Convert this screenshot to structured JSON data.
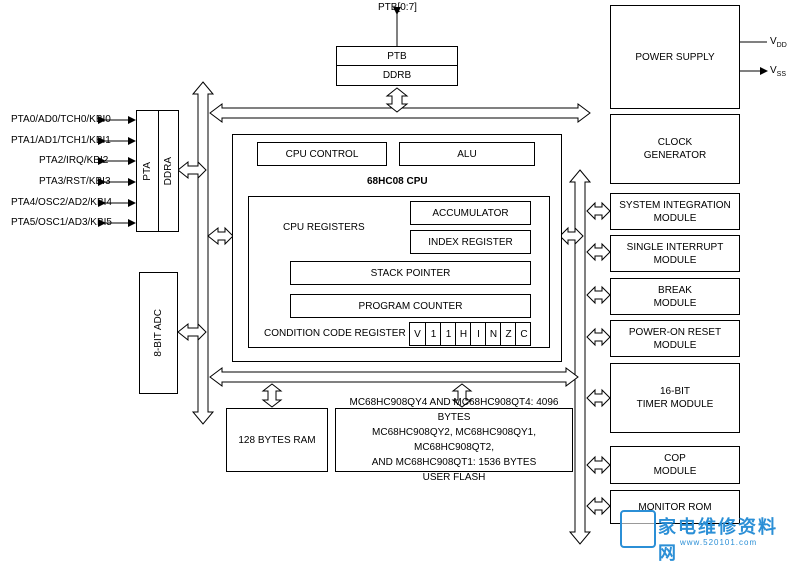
{
  "ptb_bus_label": "PTB[0:7]",
  "ptb": "PTB",
  "ddrb": "DDRB",
  "pta": "PTA",
  "ddra": "DDRA",
  "pta_pins": [
    "PTA0/AD0/TCH0/KBI0",
    "PTA1/AD1/TCH1/KBI1",
    "PTA2/IRQ/KBI2",
    "PTA3/RST/KBI3",
    "PTA4/OSC2/AD2/KBI4",
    "PTA5/OSC1/AD3/KBI5"
  ],
  "adc": "8-BIT ADC",
  "cpu": {
    "title": "68HC08 CPU",
    "control": "CPU CONTROL",
    "alu": "ALU",
    "registers_label": "CPU REGISTERS",
    "accumulator": "ACCUMULATOR",
    "index_register": "INDEX REGISTER",
    "stack_pointer": "STACK POINTER",
    "program_counter": "PROGRAM COUNTER",
    "ccr_label": "CONDITION CODE REGISTER",
    "ccr_bits": [
      "V",
      "1",
      "1",
      "H",
      "I",
      "N",
      "Z",
      "C"
    ]
  },
  "ram": "128 BYTES RAM",
  "flash": "MC68HC908QY4 AND MC68HC908QT4: 4096 BYTES\nMC68HC908QY2, MC68HC908QY1, MC68HC908QT2,\nAND MC68HC908QT1: 1536 BYTES\nUSER FLASH",
  "power_supply": "POWER SUPPLY",
  "vdd": "V",
  "vdd_sub": "DD",
  "vss": "V",
  "vss_sub": "SS",
  "modules": [
    "CLOCK\nGENERATOR",
    "SYSTEM INTEGRATION\nMODULE",
    "SINGLE INTERRUPT\nMODULE",
    "BREAK\nMODULE",
    "POWER-ON RESET\nMODULE",
    "16-BIT\nTIMER MODULE",
    "COP\nMODULE",
    "MONITOR ROM"
  ],
  "watermark": "家电维修资料网",
  "watermark_url": "www.520101.com"
}
